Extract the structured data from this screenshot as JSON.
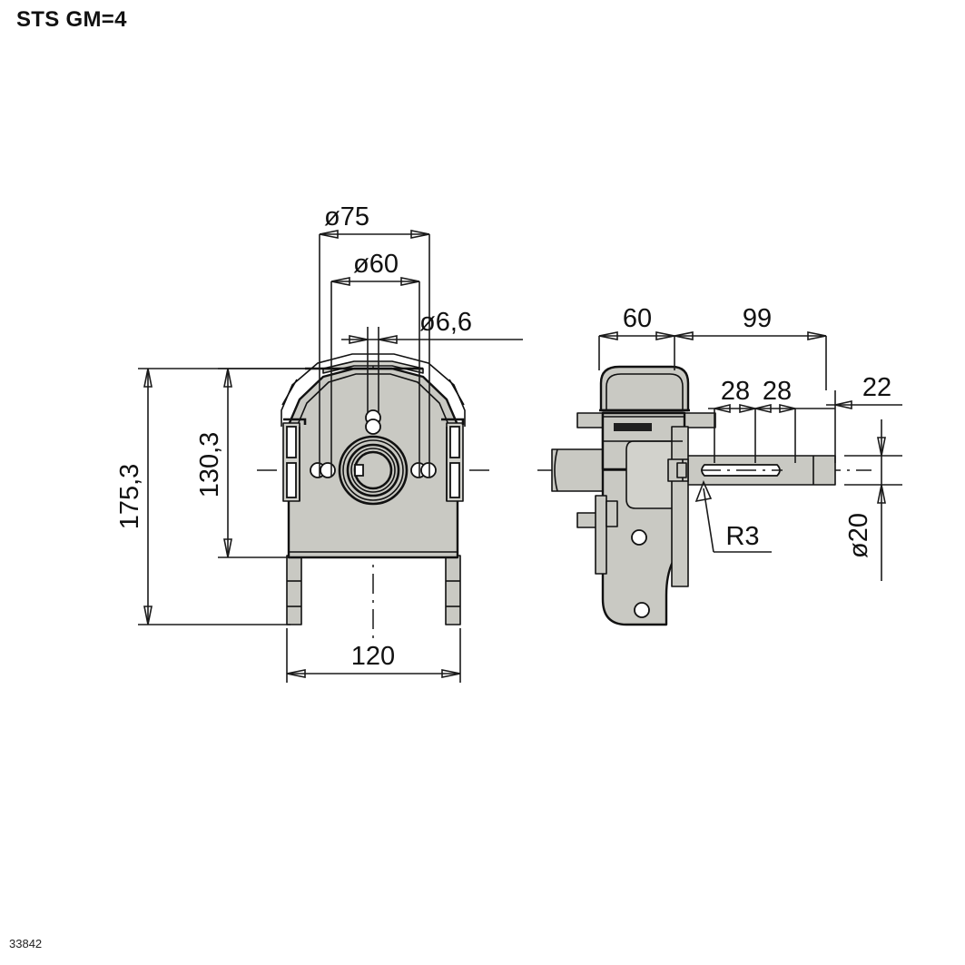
{
  "title": "STS GM=4",
  "drawing_number": "33842",
  "colors": {
    "body_fill": "#c9c9c3",
    "body_fill_light": "#d2d2cc",
    "line": "#1a1a1a",
    "background": "#ffffff"
  },
  "views": {
    "front": {
      "name": "front-view",
      "description": "Front elevation of gear motor housing with shaft bore and mounting holes"
    },
    "side": {
      "name": "side-view",
      "description": "Side elevation of gear motor with output shaft and keyway"
    }
  },
  "dimensions": {
    "front": [
      {
        "id": "dia75",
        "label": "ø75",
        "orientation": "horizontal",
        "value": 75,
        "unit": "mm"
      },
      {
        "id": "dia60",
        "label": "ø60",
        "orientation": "horizontal",
        "value": 60,
        "unit": "mm"
      },
      {
        "id": "dia66",
        "label": "ø6,6",
        "orientation": "horizontal",
        "value": 6.6,
        "unit": "mm"
      },
      {
        "id": "h1753",
        "label": "175,3",
        "orientation": "vertical",
        "value": 175.3,
        "unit": "mm"
      },
      {
        "id": "h1303",
        "label": "130,3",
        "orientation": "vertical",
        "value": 130.3,
        "unit": "mm"
      },
      {
        "id": "w120",
        "label": "120",
        "orientation": "horizontal",
        "value": 120,
        "unit": "mm"
      }
    ],
    "side": [
      {
        "id": "d60",
        "label": "60",
        "orientation": "horizontal",
        "value": 60,
        "unit": "mm"
      },
      {
        "id": "d99",
        "label": "99",
        "orientation": "horizontal",
        "value": 99,
        "unit": "mm"
      },
      {
        "id": "d28a",
        "label": "28",
        "orientation": "horizontal",
        "value": 28,
        "unit": "mm"
      },
      {
        "id": "d28b",
        "label": "28",
        "orientation": "horizontal",
        "value": 28,
        "unit": "mm"
      },
      {
        "id": "d22",
        "label": "22",
        "orientation": "horizontal",
        "value": 22,
        "unit": "mm"
      },
      {
        "id": "dia20",
        "label": "ø20",
        "orientation": "vertical",
        "value": 20,
        "unit": "mm"
      },
      {
        "id": "r3",
        "label": "R3",
        "orientation": "leader",
        "value": 3,
        "unit": "mm"
      }
    ]
  }
}
